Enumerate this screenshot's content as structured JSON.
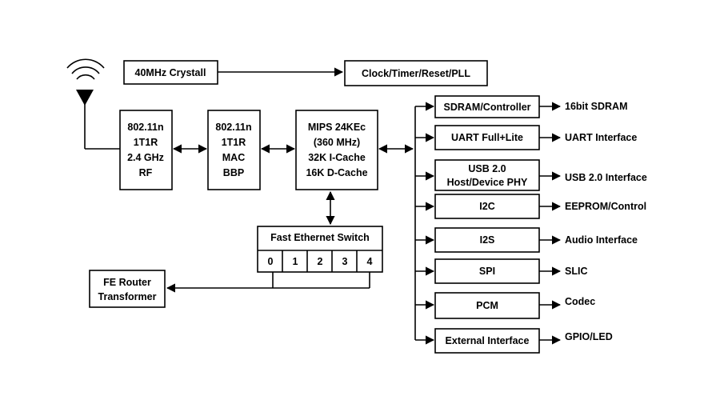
{
  "crystal": "40MHz Crystall",
  "clock": "Clock/Timer/Reset/PLL",
  "rf": [
    "802.11n",
    "1T1R",
    "2.4 GHz",
    "RF"
  ],
  "mac": [
    "802.11n",
    "1T1R",
    "MAC",
    "BBP"
  ],
  "cpu": [
    "MIPS 24KEc",
    "(360 MHz)",
    "32K I-Cache",
    "16K D-Cache"
  ],
  "switch": {
    "title": "Fast Ethernet Switch",
    "ports": [
      "0",
      "1",
      "2",
      "3",
      "4"
    ]
  },
  "fe_router": [
    "FE Router",
    "Transformer"
  ],
  "peripherals": [
    {
      "block": [
        "SDRAM/Controller"
      ],
      "output": "16bit SDRAM"
    },
    {
      "block": [
        "UART Full+Lite"
      ],
      "output": "UART Interface"
    },
    {
      "block": [
        "USB 2.0",
        "Host/Device PHY"
      ],
      "output": "USB 2.0 Interface"
    },
    {
      "block": [
        "I2C"
      ],
      "output": "EEPROM/Control"
    },
    {
      "block": [
        "I2S"
      ],
      "output": "Audio Interface"
    },
    {
      "block": [
        "SPI"
      ],
      "output": "SLIC"
    },
    {
      "block": [
        "PCM"
      ],
      "output": "Codec"
    },
    {
      "block": [
        "External Interface"
      ],
      "output": "GPIO/LED"
    }
  ]
}
